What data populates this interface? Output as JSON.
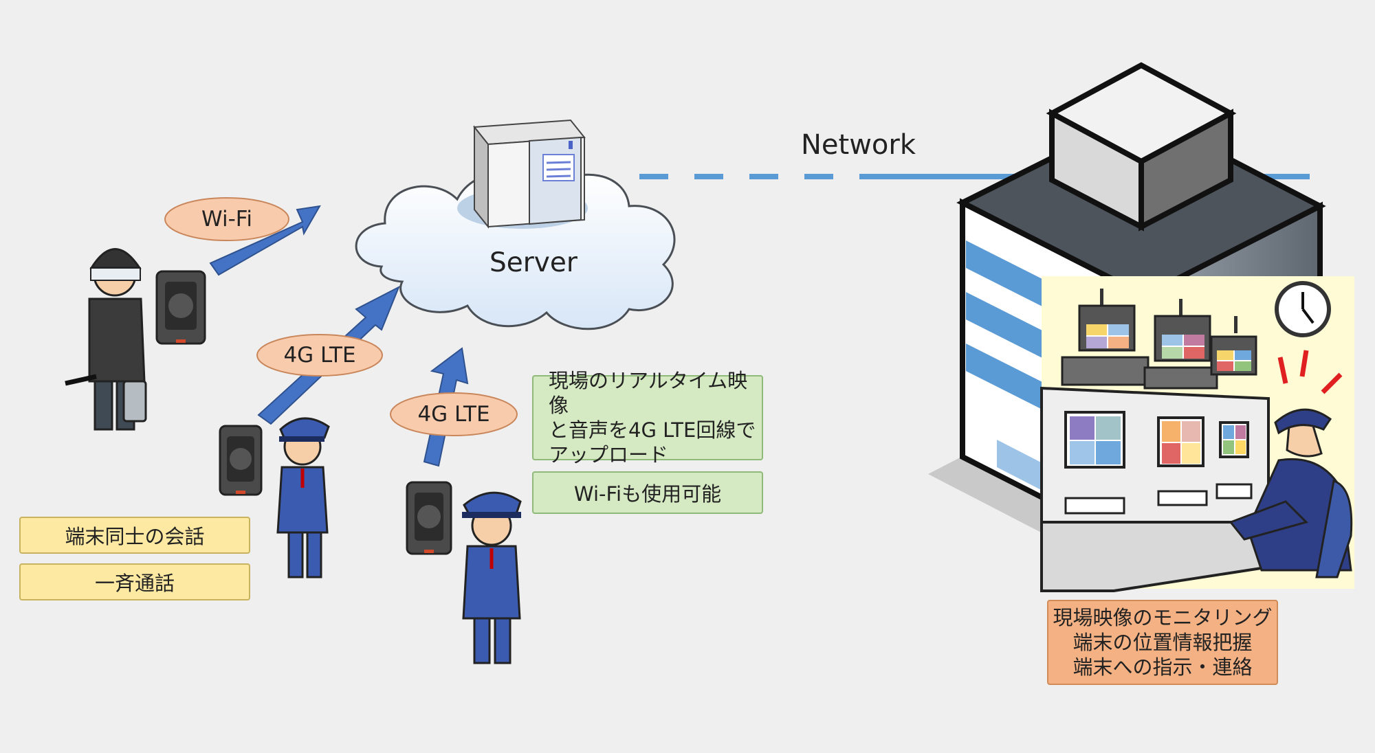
{
  "network": {
    "label": "Network"
  },
  "server": {
    "label": "Server"
  },
  "connections": {
    "wifi": "Wi-Fi",
    "lte_1": "4G LTE",
    "lte_2": "4G LTE"
  },
  "field_features": {
    "talk": "端末同士の会話",
    "broadcast": "一斉通話"
  },
  "upload_note": {
    "lines": [
      "現場のリアルタイム映像",
      "と音声を4G LTE回線で",
      "アップロード"
    ],
    "wifi_note": "Wi-Fiも使用可能"
  },
  "center_features": {
    "lines": [
      "現場映像のモニタリング",
      "端末の位置情報把握",
      "端末への指示・連絡"
    ]
  },
  "colors": {
    "arrow": "#4472c4",
    "network_line": "#5b9bd5",
    "ellipse_fill": "#f8cbad",
    "panel_bg": "#fffbd5"
  }
}
